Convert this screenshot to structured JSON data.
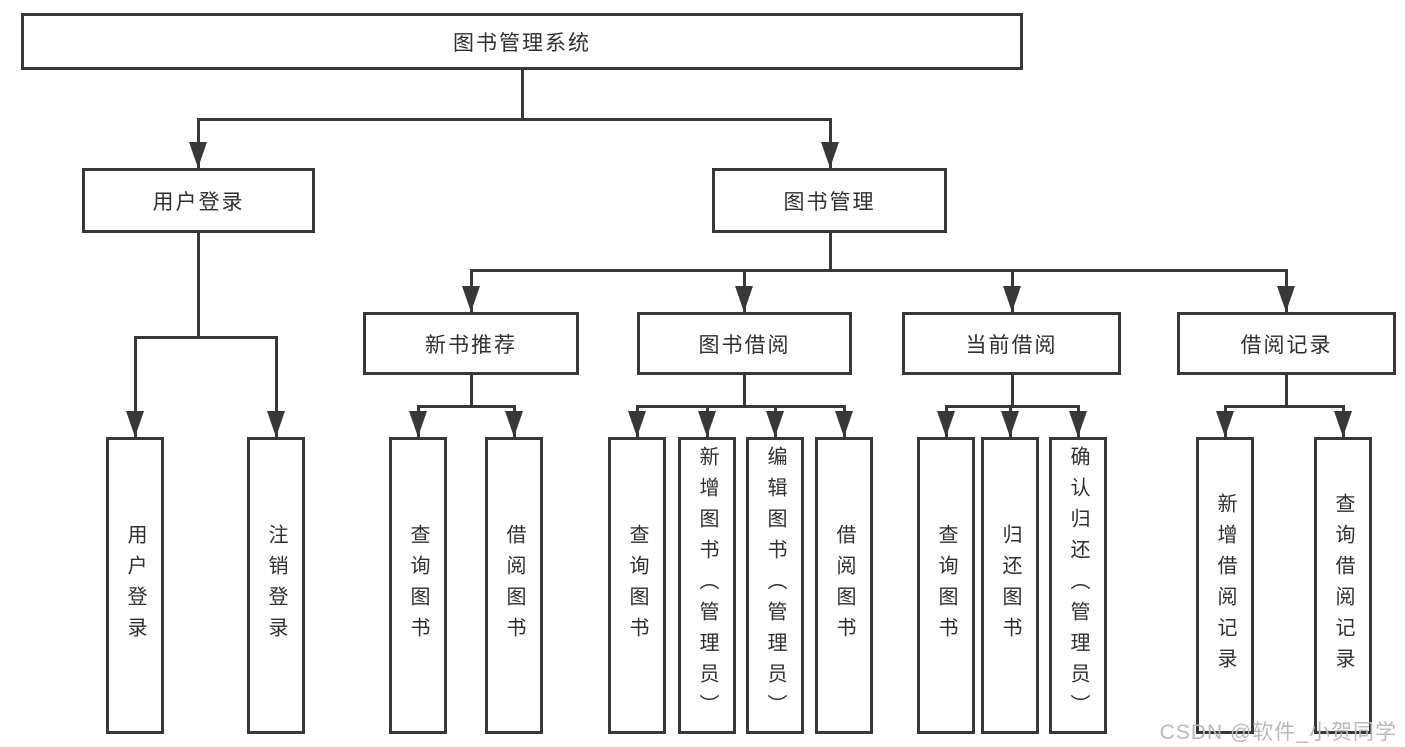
{
  "tree": {
    "root": {
      "label": "图书管理系统"
    },
    "branches": [
      {
        "label": "用户登录",
        "children": [
          {
            "label": "用户登录"
          },
          {
            "label": "注销登录"
          }
        ]
      },
      {
        "label": "图书管理",
        "children": [
          {
            "label": "新书推荐",
            "children": [
              {
                "label": "查询图书"
              },
              {
                "label": "借阅图书"
              }
            ]
          },
          {
            "label": "图书借阅",
            "children": [
              {
                "label": "查询图书"
              },
              {
                "label": "新增图书（管理员）"
              },
              {
                "label": "编辑图书（管理员）"
              },
              {
                "label": "借阅图书"
              }
            ]
          },
          {
            "label": "当前借阅",
            "children": [
              {
                "label": "查询图书"
              },
              {
                "label": "归还图书"
              },
              {
                "label": "确认归还（管理员）"
              }
            ]
          },
          {
            "label": "借阅记录",
            "children": [
              {
                "label": "新增借阅记录"
              },
              {
                "label": "查询借阅记录"
              }
            ]
          }
        ]
      }
    ]
  },
  "watermark": {
    "text": "CSDN @软件_小贺同学"
  },
  "colors": {
    "line": "#383838",
    "text": "#2f2f2f",
    "watermark": "#b9b9b9",
    "background": "#ffffff"
  }
}
